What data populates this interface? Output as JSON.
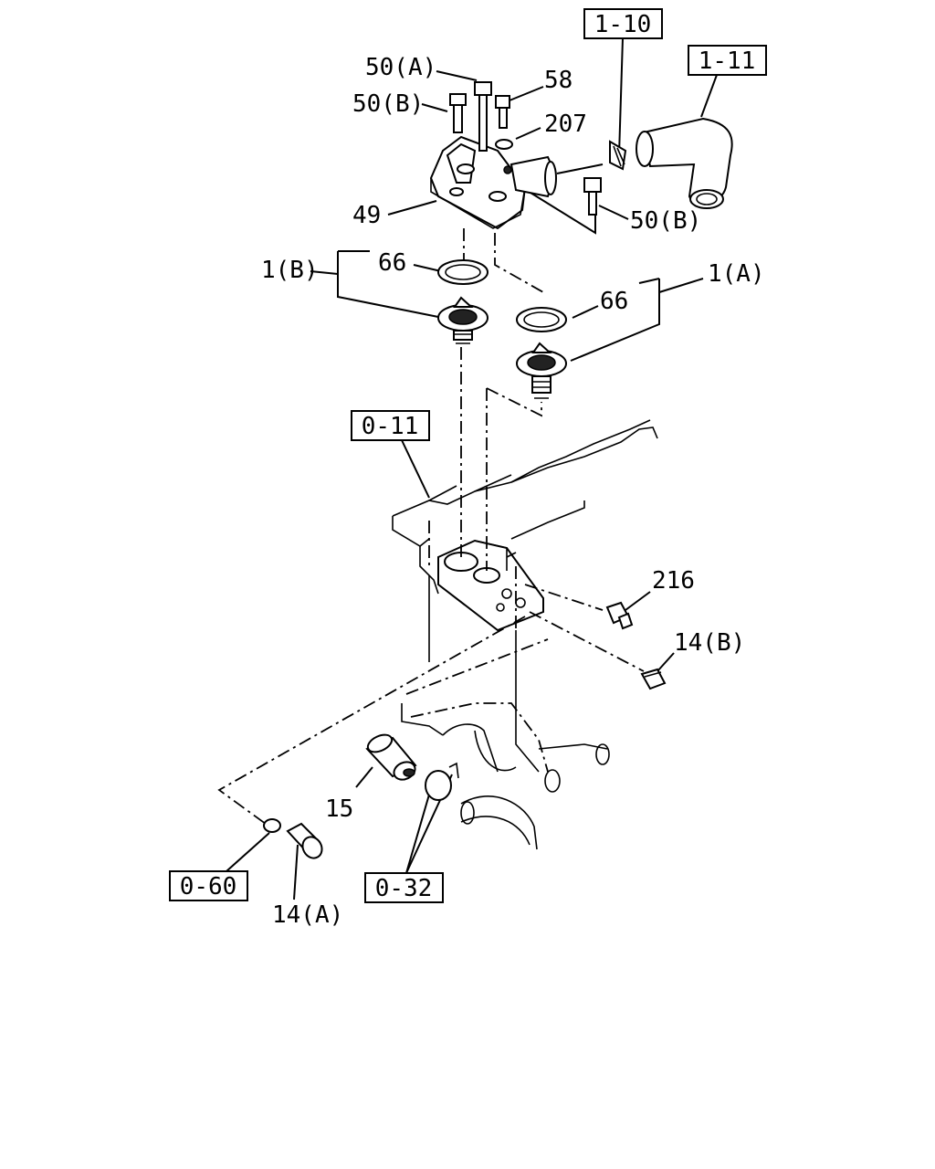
{
  "callouts": {
    "p50a": "50(A)",
    "p58": "58",
    "p50b_top": "50(B)",
    "p207": "207",
    "p49": "49",
    "p50b_right": "50(B)",
    "p66_left": "66",
    "p1b": "1(B)",
    "p66_right": "66",
    "p1a": "1(A)",
    "p216": "216",
    "p14b": "14(B)",
    "p15": "15",
    "p14a": "14(A)"
  },
  "references": {
    "r1_10": "1-10",
    "r1_11": "1-11",
    "r0_11": "0-11",
    "r0_60": "0-60",
    "r0_32": "0-32"
  }
}
